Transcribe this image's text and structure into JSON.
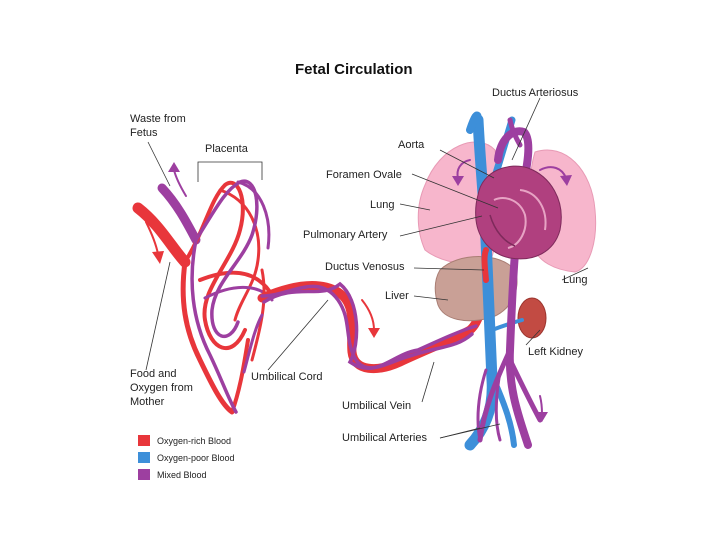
{
  "title": "Fetal Circulation",
  "labels": {
    "waste_line1": "Waste from",
    "waste_line2": "Fetus",
    "placenta": "Placenta",
    "food_line1": "Food and",
    "food_line2": "Oxygen from",
    "food_line3": "Mother",
    "umbilical_cord": "Umbilical Cord",
    "ductus_arteriosus": "Ductus Arteriosus",
    "aorta": "Aorta",
    "foramen_ovale": "Foramen Ovale",
    "lung_left": "Lung",
    "pulmonary_artery": "Pulmonary Artery",
    "ductus_venosus": "Ductus Venosus",
    "liver": "Liver",
    "lung_right": "Lung",
    "left_kidney": "Left Kidney",
    "umbilical_vein": "Umbilical Vein",
    "umbilical_arteries": "Umbilical Arteries"
  },
  "legend": [
    {
      "label": "Oxygen-rich Blood",
      "color": "#e8363b"
    },
    {
      "label": "Oxygen-poor Blood",
      "color": "#3d8fd9"
    },
    {
      "label": "Mixed Blood",
      "color": "#9d3fa0"
    }
  ],
  "colors": {
    "oxygen_rich": "#e8363b",
    "oxygen_poor": "#3d8fd9",
    "mixed": "#9d3fa0",
    "lung": "#f7b6cc",
    "liver": "#c9a096",
    "heart": "#b0407f",
    "kidney": "#c24b43"
  }
}
